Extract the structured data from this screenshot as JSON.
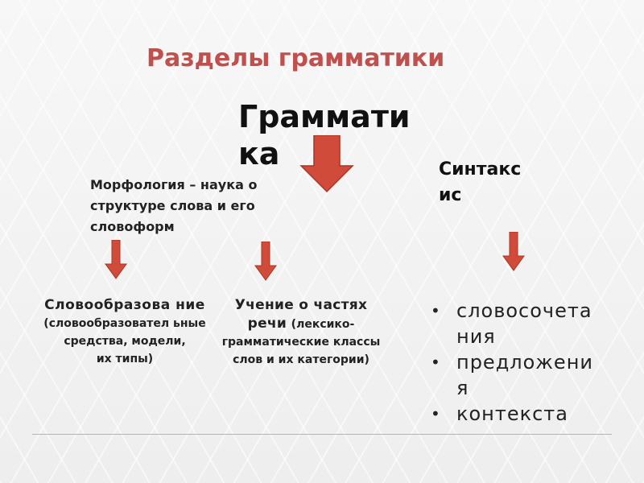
{
  "slide": {
    "title": "Разделы грамматики",
    "root": "Граммати ка",
    "morphology": {
      "label": "Морфология – наука о структуре слова и его словоформ"
    },
    "syntax": {
      "label": "Синтакс ис",
      "bullets": [
        "словосочета ния",
        "предложени я",
        "контекста"
      ]
    },
    "word_formation": {
      "heading": "Словообразова ние",
      "description": "(словообразовател ьные средства, модели,",
      "description_2": "их типы)"
    },
    "parts_of_speech": {
      "heading": "Учение о частях речи",
      "description": "(лексико-грамматические классы слов и их категории)"
    },
    "colors": {
      "title": "#c0504d",
      "arrow": "#d14b3a",
      "rule": "#e2a77a"
    },
    "icons": [
      "arrow-down-icon",
      "bullet-icon"
    ]
  }
}
